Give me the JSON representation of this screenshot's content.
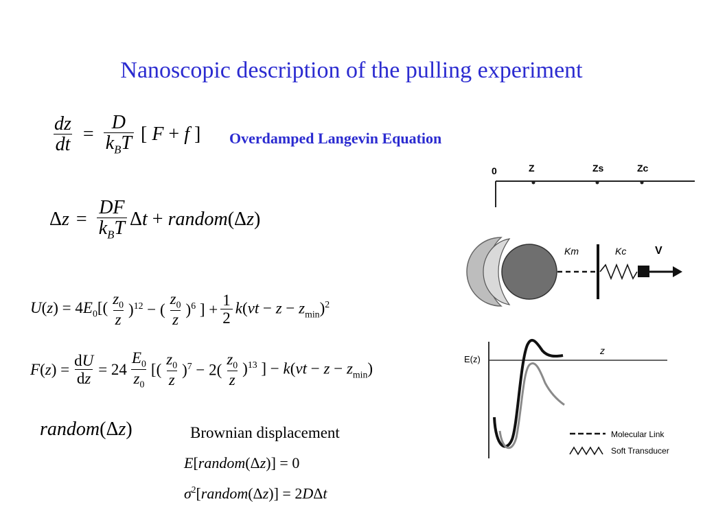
{
  "slide": {
    "title": "Nanoscopic description of the pulling experiment",
    "langevin_label": "Overdamped Langevin Equation",
    "brownian_label": "Brownian displacement"
  },
  "equations": {
    "langevin": "dz/dt = D/(k_B T) [F + f]",
    "discrete": "Δz = DF/(k_B T) Δt + random(Δz)",
    "potential": "U(z) = 4E0[(z0/z)^12 − (z0/z)^6] + 1/2 k(vt − z − zmin)^2",
    "force": "F(z) = dU/dz = 24 E0/z0 [(z0/z)^7 − 2(z0/z)^13] − k(vt − z − zmin)",
    "random_term": "random(Δz)",
    "mean": "E[random(Δz)] = 0",
    "variance": "σ^2[random(Δz)] = 2DΔt"
  },
  "figure": {
    "axis_labels": [
      "0",
      "Z",
      "Zs",
      "Zc"
    ],
    "spring_labels": [
      "Km",
      "Kc"
    ],
    "velocity_label": "V",
    "energy_label": "E(z)",
    "z_label": "z",
    "legend": [
      "Molecular Link",
      "Soft Transducer"
    ]
  },
  "colors": {
    "title": "#2b2bd0",
    "text": "#000000"
  }
}
